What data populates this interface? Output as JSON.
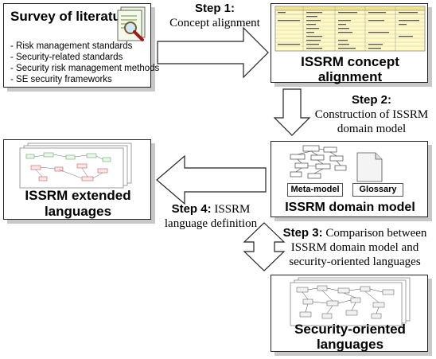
{
  "survey": {
    "title": "Survey of literature:",
    "items": [
      "- Risk management standards",
      "- Security-related standards",
      "- Security risk management methods",
      "- SE security frameworks"
    ]
  },
  "step1": {
    "num": "Step 1:",
    "desc": "Concept alignment"
  },
  "step2": {
    "num": "Step 2:",
    "desc_line1": "Construction of ISSRM",
    "desc_line2": "domain model"
  },
  "step3": {
    "num": "Step 3:",
    "desc_line1": "Comparison between",
    "desc_line2": "ISSRM domain model and",
    "desc_line3": "security-oriented languages"
  },
  "step4": {
    "num": "Step 4:",
    "desc_line1": "ISSRM",
    "desc_line2": "language definition"
  },
  "alignment": {
    "title_line1": "ISSRM concept",
    "title_line2": "alignment"
  },
  "domain": {
    "title": "ISSRM domain model",
    "metamodel_label": "Meta-model",
    "glossary_label": "Glossary"
  },
  "extended": {
    "title_line1": "ISSRM extended",
    "title_line2": "languages"
  },
  "security": {
    "title_line1": "Security-oriented",
    "title_line2": "languages"
  },
  "colors": {
    "table_yellow": "#fff9c4",
    "arrow_fill": "#ffffff",
    "stroke": "#222222"
  },
  "icons": [
    "document-magnifier-icon",
    "document-icon"
  ]
}
